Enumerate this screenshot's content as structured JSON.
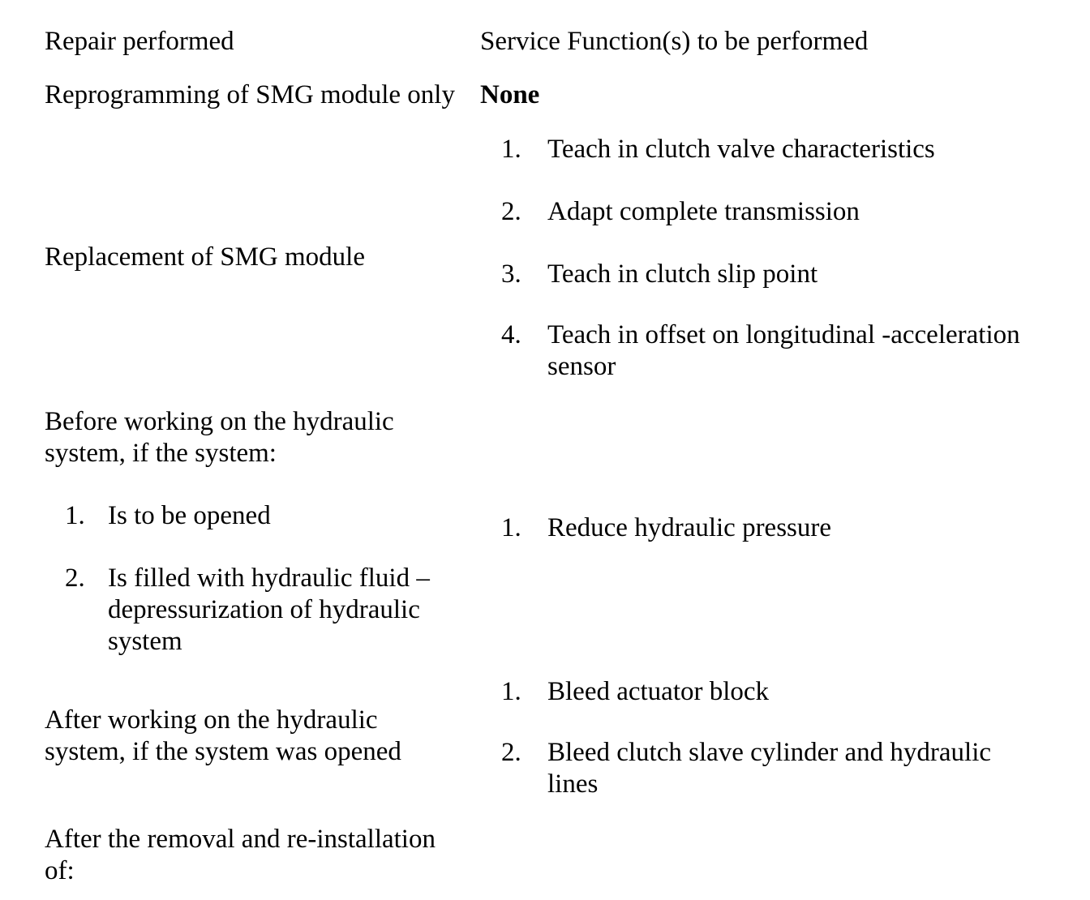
{
  "document": {
    "background": "#ffffff",
    "text_color": "#000000",
    "header": {
      "repair_col": "Repair performed",
      "service_col": "Service Function(s) to be performed"
    },
    "rows": {
      "reprogramming": {
        "repair": "Reprogramming of SMG module only",
        "service_none": "None"
      },
      "replacement": {
        "repair": "Replacement of SMG module",
        "service_items": [
          {
            "num": "1.",
            "text": "Teach in clutch valve characteristics"
          },
          {
            "num": "2.",
            "text": "Adapt complete transmission"
          },
          {
            "num": "3.",
            "text": "Teach in clutch slip point"
          },
          {
            "num": "4.",
            "text": "Teach in offset on longitudinal -acceleration sensor"
          }
        ]
      },
      "before_working": {
        "repair_intro": "Before working on the hydraulic system, if the system:",
        "repair_items": [
          {
            "num": "1.",
            "text": "Is to be opened"
          },
          {
            "num": "2.",
            "text": "Is filled with hydraulic fluid – depressurization of hydraulic system"
          }
        ],
        "service_items": [
          {
            "num": "1.",
            "text": "Reduce hydraulic pressure"
          }
        ]
      },
      "after_working": {
        "repair": "After working on the hydraulic system, if the system was opened",
        "service_items": [
          {
            "num": "1.",
            "text": "Bleed actuator block"
          },
          {
            "num": "2.",
            "text": "Bleed clutch slave cylinder and hydraulic lines"
          }
        ]
      },
      "after_removal": {
        "repair": "After the removal and re-installation of:"
      }
    }
  }
}
